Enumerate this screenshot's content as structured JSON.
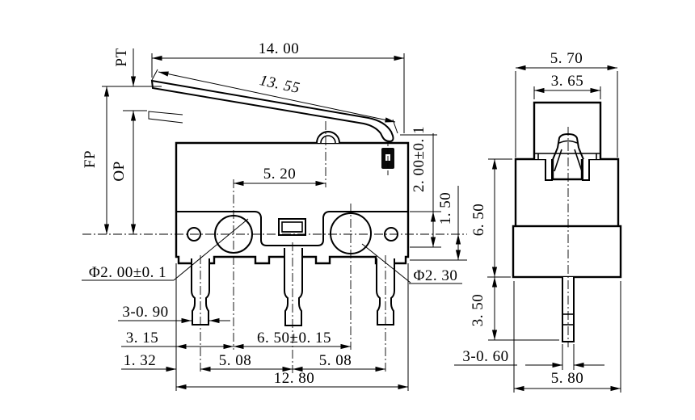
{
  "colors": {
    "line": "#000000",
    "background": "#ffffff"
  },
  "front": {
    "dim_total_length": "14. 00",
    "dim_lever_length": "13. 55",
    "ref_pt": "PT",
    "ref_fp": "FP",
    "ref_op": "OP",
    "dim_pivot_offset": "5. 20",
    "dim_mark_height": "2. 00±0. 1",
    "dim_step_height": "1. 50",
    "dia_hole_right": "Φ2. 30",
    "dia_hole_left": "Φ2. 00±0. 1",
    "dim_pin_width": "3-0. 90",
    "dim_hole_offset": "3. 15",
    "dim_pin_offset": "1. 32",
    "dim_pin_pitch_left": "5. 08",
    "dim_pin_pitch_right": "5. 08",
    "dim_hole_pitch": "6. 50±0. 15",
    "dim_body_width": "12. 80"
  },
  "side": {
    "dim_body_width": "5. 70",
    "dim_cap_width": "3. 65",
    "dim_body_height": "6. 50",
    "dim_pin_length": "3. 50",
    "dim_pin_width": "3-0. 60",
    "dim_base_width": "5. 80"
  }
}
